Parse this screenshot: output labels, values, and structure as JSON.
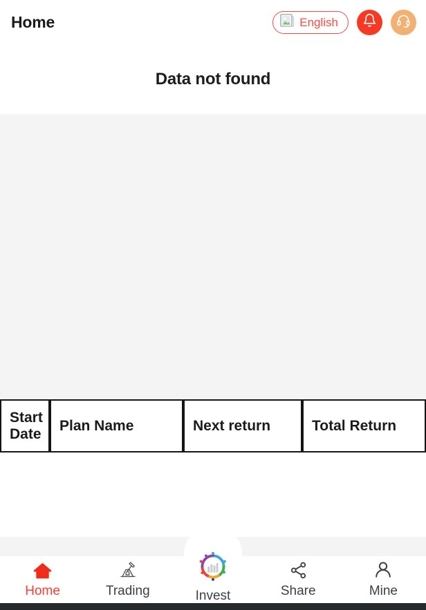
{
  "header": {
    "title": "Home",
    "language": {
      "label": "English",
      "icon": "picture-icon",
      "border_color": "#fb4a41",
      "text_color": "#fb4a41"
    },
    "notification": {
      "icon": "bell-icon",
      "background": "#f93822"
    },
    "support": {
      "icon": "headset-icon",
      "background": "#f2b173"
    }
  },
  "main": {
    "empty_message": "Data not found",
    "body_background": "#f4f4f4"
  },
  "table": {
    "columns": [
      {
        "key": "start_date",
        "label": "Start Date"
      },
      {
        "key": "plan_name",
        "label": "Plan Name"
      },
      {
        "key": "next_return",
        "label": "Next return"
      },
      {
        "key": "total_return",
        "label": "Total Return"
      }
    ],
    "rows": []
  },
  "bottom_nav": {
    "active": "home",
    "active_color": "#fb3d2e",
    "inactive_color": "#3a4045",
    "items": [
      {
        "id": "home",
        "label": "Home",
        "icon": "house-icon"
      },
      {
        "id": "trading",
        "label": "Trading",
        "icon": "mining-pickaxe-icon"
      },
      {
        "id": "invest",
        "label": "Invest",
        "icon": "invest-ring-chart-icon"
      },
      {
        "id": "share",
        "label": "Share",
        "icon": "share-nodes-icon"
      },
      {
        "id": "mine",
        "label": "Mine",
        "icon": "user-icon"
      }
    ]
  }
}
